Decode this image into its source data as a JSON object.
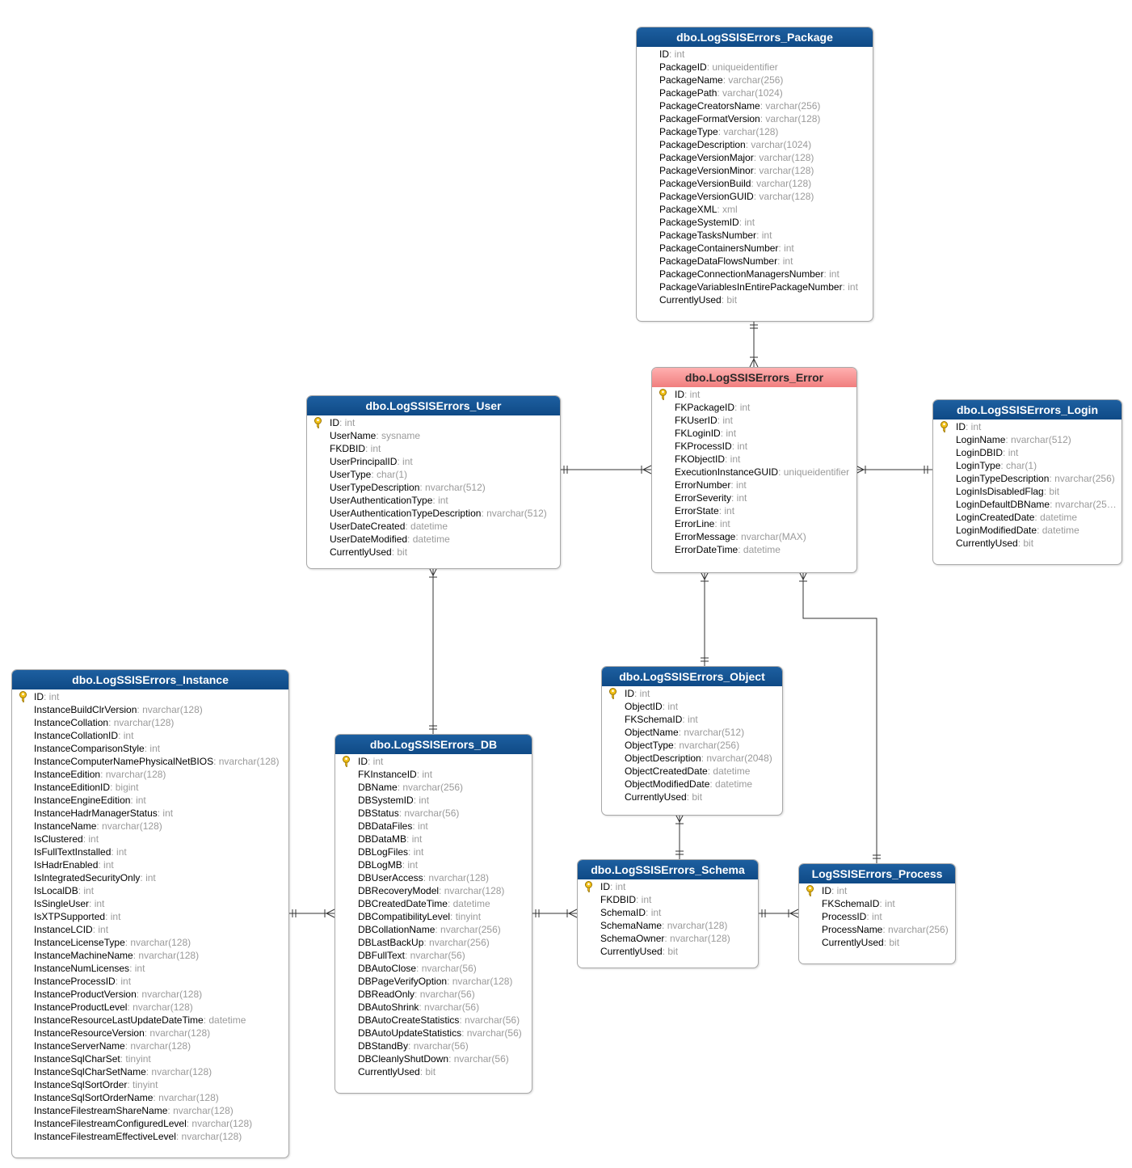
{
  "colors": {
    "header_blue": "#1556a0",
    "header_highlight": "#f28c8c",
    "type_text": "#9a9a9a",
    "line": "#333333"
  },
  "icons": {
    "primary_key": "key-icon"
  },
  "entities": [
    {
      "id": "package",
      "title": "dbo.LogSSISErrors_Package",
      "highlight": false,
      "columns": [
        {
          "name": "ID",
          "type": ": int",
          "pk": false
        },
        {
          "name": "PackageID",
          "type": ": uniqueidentifier"
        },
        {
          "name": "PackageName",
          "type": ": varchar(256)"
        },
        {
          "name": "PackagePath",
          "type": ": varchar(1024)"
        },
        {
          "name": "PackageCreatorsName",
          "type": ": varchar(256)"
        },
        {
          "name": "PackageFormatVersion",
          "type": ": varchar(128)"
        },
        {
          "name": "PackageType",
          "type": ": varchar(128)"
        },
        {
          "name": "PackageDescription",
          "type": ": varchar(1024)"
        },
        {
          "name": "PackageVersionMajor",
          "type": ": varchar(128)"
        },
        {
          "name": "PackageVersionMinor",
          "type": ": varchar(128)"
        },
        {
          "name": "PackageVersionBuild",
          "type": ": varchar(128)"
        },
        {
          "name": "PackageVersionGUID",
          "type": ": varchar(128)"
        },
        {
          "name": "PackageXML",
          "type": ": xml"
        },
        {
          "name": "PackageSystemID",
          "type": ": int"
        },
        {
          "name": "PackageTasksNumber",
          "type": ": int"
        },
        {
          "name": "PackageContainersNumber",
          "type": ": int"
        },
        {
          "name": "PackageDataFlowsNumber",
          "type": ": int"
        },
        {
          "name": "PackageConnectionManagersNumber",
          "type": ": int"
        },
        {
          "name": "PackageVariablesInEntirePackageNumber",
          "type": ": int"
        },
        {
          "name": "CurrentlyUsed",
          "type": ": bit"
        }
      ]
    },
    {
      "id": "error",
      "title": "dbo.LogSSISErrors_Error",
      "highlight": true,
      "columns": [
        {
          "name": "ID",
          "type": ": int",
          "pk": true
        },
        {
          "name": "FKPackageID",
          "type": ": int"
        },
        {
          "name": "FKUserID",
          "type": ": int"
        },
        {
          "name": "FKLoginID",
          "type": ": int"
        },
        {
          "name": "FKProcessID",
          "type": ": int"
        },
        {
          "name": "FKObjectID",
          "type": ": int"
        },
        {
          "name": "ExecutionInstanceGUID",
          "type": ": uniqueidentifier"
        },
        {
          "name": "ErrorNumber",
          "type": ": int"
        },
        {
          "name": "ErrorSeverity",
          "type": ": int"
        },
        {
          "name": "ErrorState",
          "type": ": int"
        },
        {
          "name": "ErrorLine",
          "type": ": int"
        },
        {
          "name": "ErrorMessage",
          "type": ": nvarchar(MAX)"
        },
        {
          "name": "ErrorDateTime",
          "type": ": datetime"
        }
      ]
    },
    {
      "id": "user",
      "title": "dbo.LogSSISErrors_User",
      "highlight": false,
      "columns": [
        {
          "name": "ID",
          "type": ": int",
          "pk": true
        },
        {
          "name": "UserName",
          "type": ": sysname"
        },
        {
          "name": "FKDBID",
          "type": ": int"
        },
        {
          "name": "UserPrincipalID",
          "type": ": int"
        },
        {
          "name": "UserType",
          "type": ": char(1)"
        },
        {
          "name": "UserTypeDescription",
          "type": ": nvarchar(512)"
        },
        {
          "name": "UserAuthenticationType",
          "type": ": int"
        },
        {
          "name": "UserAuthenticationTypeDescription",
          "type": ": nvarchar(512)"
        },
        {
          "name": "UserDateCreated",
          "type": ": datetime"
        },
        {
          "name": "UserDateModified",
          "type": ": datetime"
        },
        {
          "name": "CurrentlyUsed",
          "type": ": bit"
        }
      ]
    },
    {
      "id": "login",
      "title": "dbo.LogSSISErrors_Login",
      "highlight": false,
      "columns": [
        {
          "name": "ID",
          "type": ": int",
          "pk": true
        },
        {
          "name": "LoginName",
          "type": ": nvarchar(512)"
        },
        {
          "name": "LoginDBID",
          "type": ": int"
        },
        {
          "name": "LoginType",
          "type": ": char(1)"
        },
        {
          "name": "LoginTypeDescription",
          "type": ": nvarchar(256)"
        },
        {
          "name": "LoginIsDisabledFlag",
          "type": ": bit"
        },
        {
          "name": "LoginDefaultDBName",
          "type": ": nvarchar(25…"
        },
        {
          "name": "LoginCreatedDate",
          "type": ": datetime"
        },
        {
          "name": "LoginModifiedDate",
          "type": ": datetime"
        },
        {
          "name": "CurrentlyUsed",
          "type": ": bit"
        }
      ]
    },
    {
      "id": "instance",
      "title": "dbo.LogSSISErrors_Instance",
      "highlight": false,
      "columns": [
        {
          "name": "ID",
          "type": ": int",
          "pk": true
        },
        {
          "name": "InstanceBuildClrVersion",
          "type": ": nvarchar(128)"
        },
        {
          "name": "InstanceCollation",
          "type": ": nvarchar(128)"
        },
        {
          "name": "InstanceCollationID",
          "type": ": int"
        },
        {
          "name": "InstanceComparisonStyle",
          "type": ": int"
        },
        {
          "name": "InstanceComputerNamePhysicalNetBIOS",
          "type": ": nvarchar(128)"
        },
        {
          "name": "InstanceEdition",
          "type": ": nvarchar(128)"
        },
        {
          "name": "InstanceEditionID",
          "type": ": bigint"
        },
        {
          "name": "InstanceEngineEdition",
          "type": ": int"
        },
        {
          "name": "InstanceHadrManagerStatus",
          "type": ": int"
        },
        {
          "name": "InstanceName",
          "type": ": nvarchar(128)"
        },
        {
          "name": "IsClustered",
          "type": ": int"
        },
        {
          "name": "IsFullTextInstalled",
          "type": ": int"
        },
        {
          "name": "IsHadrEnabled",
          "type": ": int"
        },
        {
          "name": "IsIntegratedSecurityOnly",
          "type": ": int"
        },
        {
          "name": "IsLocalDB",
          "type": ": int"
        },
        {
          "name": "IsSingleUser",
          "type": ": int"
        },
        {
          "name": "IsXTPSupported",
          "type": ": int"
        },
        {
          "name": "InstanceLCID",
          "type": ": int"
        },
        {
          "name": "InstanceLicenseType",
          "type": ": nvarchar(128)"
        },
        {
          "name": "InstanceMachineName",
          "type": ": nvarchar(128)"
        },
        {
          "name": "InstanceNumLicenses",
          "type": ": int"
        },
        {
          "name": "InstanceProcessID",
          "type": ": int"
        },
        {
          "name": "InstanceProductVersion",
          "type": ": nvarchar(128)"
        },
        {
          "name": "InstanceProductLevel",
          "type": ": nvarchar(128)"
        },
        {
          "name": "InstanceResourceLastUpdateDateTime",
          "type": ": datetime"
        },
        {
          "name": "InstanceResourceVersion",
          "type": ": nvarchar(128)"
        },
        {
          "name": "InstanceServerName",
          "type": ": nvarchar(128)"
        },
        {
          "name": "InstanceSqlCharSet",
          "type": ": tinyint"
        },
        {
          "name": "InstanceSqlCharSetName",
          "type": ": nvarchar(128)"
        },
        {
          "name": "InstanceSqlSortOrder",
          "type": ": tinyint"
        },
        {
          "name": "InstanceSqlSortOrderName",
          "type": ": nvarchar(128)"
        },
        {
          "name": "InstanceFilestreamShareName",
          "type": ": nvarchar(128)"
        },
        {
          "name": "InstanceFilestreamConfiguredLevel",
          "type": ": nvarchar(128)"
        },
        {
          "name": "InstanceFilestreamEffectiveLevel",
          "type": ": nvarchar(128)"
        }
      ]
    },
    {
      "id": "db",
      "title": "dbo.LogSSISErrors_DB",
      "highlight": false,
      "columns": [
        {
          "name": "ID",
          "type": ": int",
          "pk": true
        },
        {
          "name": "FKInstanceID",
          "type": ": int"
        },
        {
          "name": "DBName",
          "type": ": nvarchar(256)"
        },
        {
          "name": "DBSystemID",
          "type": ": int"
        },
        {
          "name": "DBStatus",
          "type": ": nvarchar(56)"
        },
        {
          "name": "DBDataFiles",
          "type": ": int"
        },
        {
          "name": "DBDataMB",
          "type": ": int"
        },
        {
          "name": "DBLogFiles",
          "type": ": int"
        },
        {
          "name": "DBLogMB",
          "type": ": int"
        },
        {
          "name": "DBUserAccess",
          "type": ": nvarchar(128)"
        },
        {
          "name": "DBRecoveryModel",
          "type": ": nvarchar(128)"
        },
        {
          "name": "DBCreatedDateTime",
          "type": ": datetime"
        },
        {
          "name": "DBCompatibilityLevel",
          "type": ": tinyint"
        },
        {
          "name": "DBCollationName",
          "type": ": nvarchar(256)"
        },
        {
          "name": "DBLastBackUp",
          "type": ": nvarchar(256)"
        },
        {
          "name": "DBFullText",
          "type": ": nvarchar(56)"
        },
        {
          "name": "DBAutoClose",
          "type": ": nvarchar(56)"
        },
        {
          "name": "DBPageVerifyOption",
          "type": ": nvarchar(128)"
        },
        {
          "name": "DBReadOnly",
          "type": ": nvarchar(56)"
        },
        {
          "name": "DBAutoShrink",
          "type": ": nvarchar(56)"
        },
        {
          "name": "DBAutoCreateStatistics",
          "type": ": nvarchar(56)"
        },
        {
          "name": "DBAutoUpdateStatistics",
          "type": ": nvarchar(56)"
        },
        {
          "name": "DBStandBy",
          "type": ": nvarchar(56)"
        },
        {
          "name": "DBCleanlyShutDown",
          "type": ": nvarchar(56)"
        },
        {
          "name": "CurrentlyUsed",
          "type": ": bit"
        }
      ]
    },
    {
      "id": "object",
      "title": "dbo.LogSSISErrors_Object",
      "highlight": false,
      "columns": [
        {
          "name": "ID",
          "type": ": int",
          "pk": true
        },
        {
          "name": "ObjectID",
          "type": ": int"
        },
        {
          "name": "FKSchemaID",
          "type": ": int"
        },
        {
          "name": "ObjectName",
          "type": ": nvarchar(512)"
        },
        {
          "name": "ObjectType",
          "type": ": nvarchar(256)"
        },
        {
          "name": "ObjectDescription",
          "type": ": nvarchar(2048)"
        },
        {
          "name": "ObjectCreatedDate",
          "type": ": datetime"
        },
        {
          "name": "ObjectModifiedDate",
          "type": ": datetime"
        },
        {
          "name": "CurrentlyUsed",
          "type": ": bit"
        }
      ]
    },
    {
      "id": "schema",
      "title": "dbo.LogSSISErrors_Schema",
      "highlight": false,
      "columns": [
        {
          "name": "ID",
          "type": ": int",
          "pk": true
        },
        {
          "name": "FKDBID",
          "type": ": int"
        },
        {
          "name": "SchemaID",
          "type": ": int"
        },
        {
          "name": "SchemaName",
          "type": ": nvarchar(128)"
        },
        {
          "name": "SchemaOwner",
          "type": ": nvarchar(128)"
        },
        {
          "name": "CurrentlyUsed",
          "type": ": bit"
        }
      ]
    },
    {
      "id": "process",
      "title": "LogSSISErrors_Process",
      "highlight": false,
      "columns": [
        {
          "name": "ID",
          "type": ": int",
          "pk": true
        },
        {
          "name": "FKSchemaID",
          "type": ": int"
        },
        {
          "name": "ProcessID",
          "type": ": int"
        },
        {
          "name": "ProcessName",
          "type": ": nvarchar(256)"
        },
        {
          "name": "CurrentlyUsed",
          "type": ": bit"
        }
      ]
    }
  ],
  "relationships": [
    {
      "from": "package",
      "to": "error",
      "from_end": "one",
      "to_end": "many"
    },
    {
      "from": "user",
      "to": "error",
      "from_end": "one",
      "to_end": "many"
    },
    {
      "from": "login",
      "to": "error",
      "from_end": "one",
      "to_end": "many"
    },
    {
      "from": "object",
      "to": "error",
      "from_end": "one",
      "to_end": "many"
    },
    {
      "from": "process",
      "to": "error",
      "from_end": "one",
      "to_end": "many"
    },
    {
      "from": "db",
      "to": "user",
      "from_end": "one",
      "to_end": "many"
    },
    {
      "from": "instance",
      "to": "db",
      "from_end": "one",
      "to_end": "many"
    },
    {
      "from": "db",
      "to": "schema",
      "from_end": "one",
      "to_end": "many"
    },
    {
      "from": "schema",
      "to": "object",
      "from_end": "one",
      "to_end": "many"
    },
    {
      "from": "schema",
      "to": "process",
      "from_end": "one",
      "to_end": "many"
    }
  ]
}
